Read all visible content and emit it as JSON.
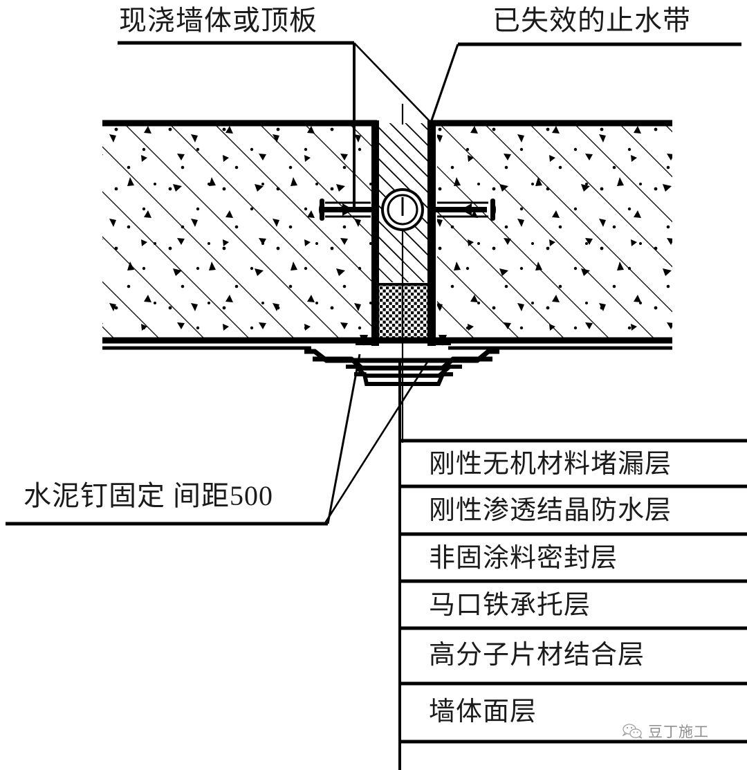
{
  "drawing": {
    "title_absent": true,
    "annotations": {
      "top_left": "现浇墙体或顶板",
      "top_right": "已失效的止水带",
      "bottom_left": "水泥钉固定  间距500"
    },
    "layer_table": {
      "rows": [
        "刚性无机材料堵漏层",
        "刚性渗透结晶防水层",
        "非固涂料密封层",
        "马口铁承托层",
        "高分子片材结合层",
        "墙体面层"
      ]
    },
    "watermark": {
      "text": "豆丁施工",
      "icon": "wechat-icon"
    },
    "colors": {
      "ink": "#000000",
      "paper": "#ffffff",
      "text": "#1a1a1a"
    },
    "elements": {
      "concrete_hatch": "concrete-hatch-pattern",
      "waterstop": "waterstop-circle",
      "nail_left": "cement-nail-left",
      "nail_right": "cement-nail-right",
      "joint_fill_upper": "joint-hatch-fill",
      "joint_fill_lower": "plugging-granular-fill",
      "membrane_layers": "membrane-layer-stack"
    }
  }
}
